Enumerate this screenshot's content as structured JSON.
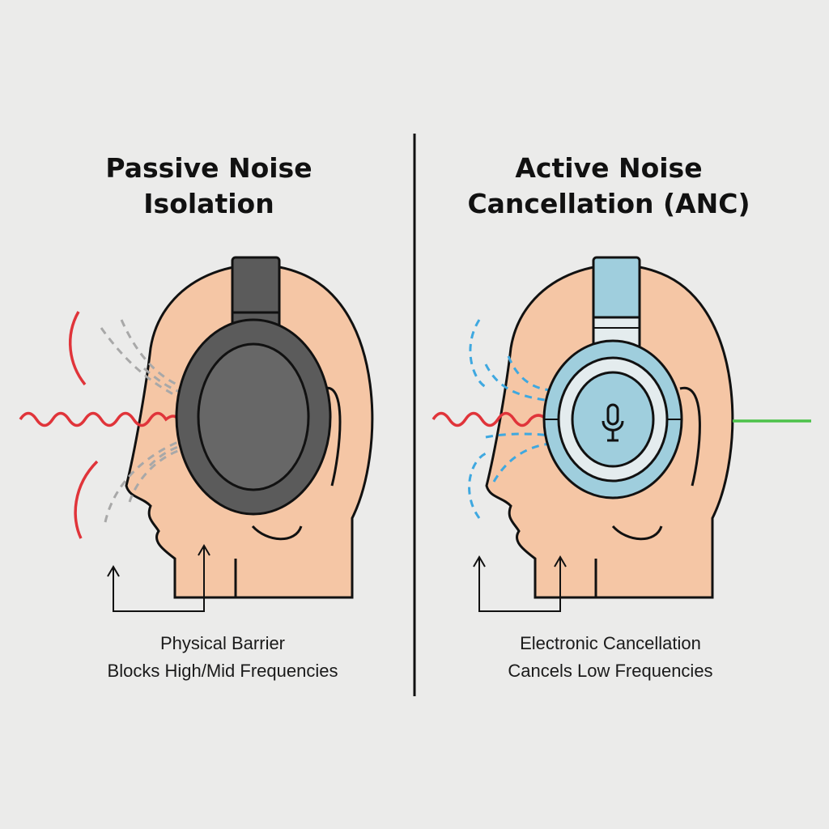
{
  "left": {
    "title_line1": "Passive Noise",
    "title_line2": "Isolation",
    "caption_line1": "Physical Barrier",
    "caption_line2": "Blocks High/Mid Frequencies"
  },
  "right": {
    "title_line1": "Active Noise",
    "title_line2": "Cancellation (ANC)",
    "caption_line1": "Electronic Cancellation",
    "caption_line2": "Cancels Low Frequencies"
  },
  "colors": {
    "skin": "#f5c6a5",
    "passive_headphone": "#5b5b5b",
    "anc_headphone": "#9fcedd",
    "noise_wave": "#e0343a",
    "anti_noise": "#3ea8e0",
    "output_line": "#4cc24a",
    "blocked_wave": "#a8a8a8"
  }
}
